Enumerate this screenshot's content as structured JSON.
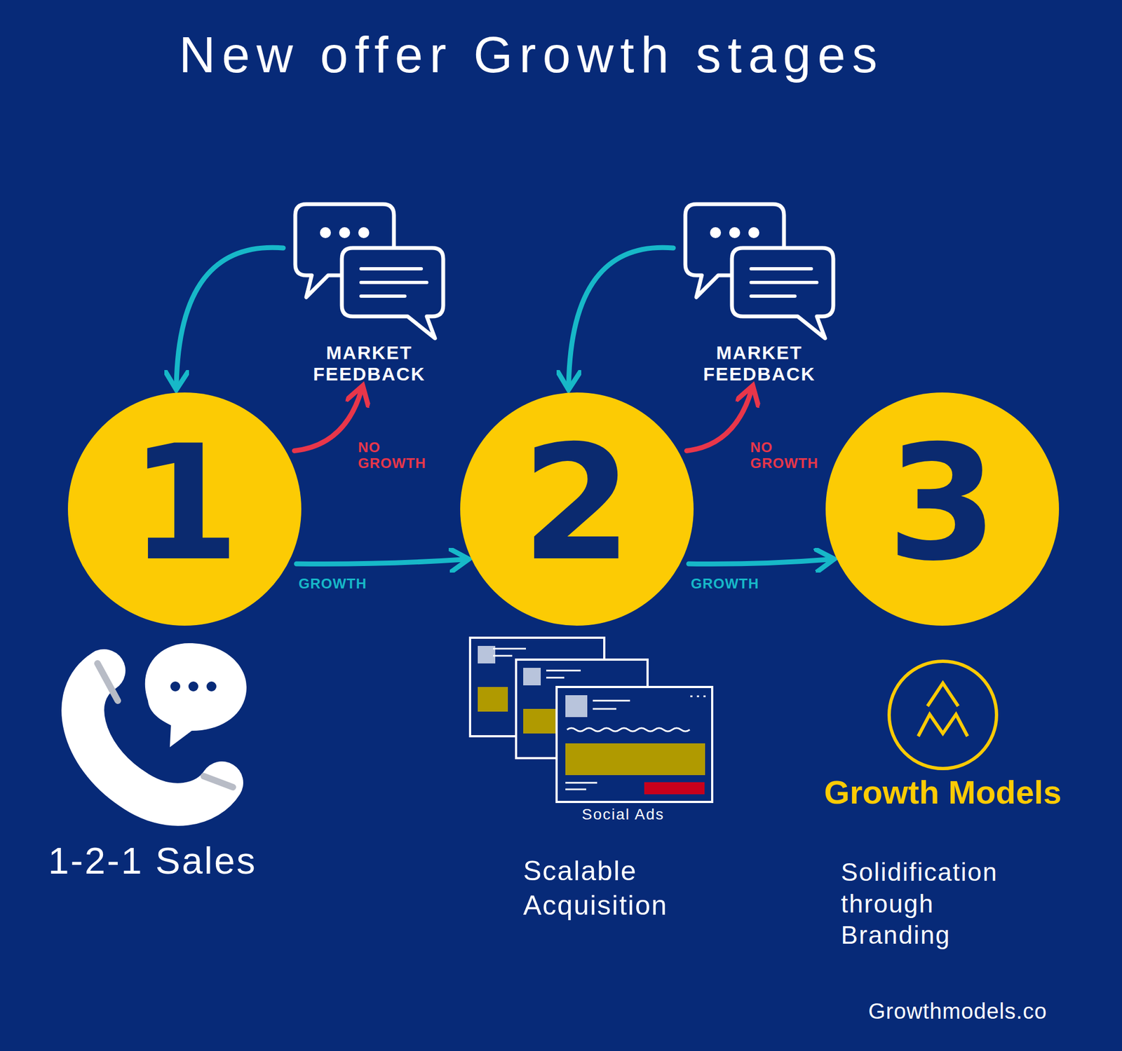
{
  "diagram": {
    "title": "New offer Growth stages",
    "nodes": [
      {
        "text": [
          "1"
        ]
      },
      {
        "text": [
          "MARKET FEEDBACK"
        ]
      },
      {
        "text": [
          "2"
        ]
      },
      {
        "text": [
          "MARKET FEEDBACK"
        ]
      },
      {
        "text": [
          "3"
        ]
      }
    ],
    "edges": [
      {
        "from": 0,
        "to": 1,
        "label": "NO GROWTH",
        "arrow": "to"
      },
      {
        "from": 1,
        "to": 0,
        "arrow": "to"
      },
      {
        "from": 0,
        "to": 2,
        "label": "GROWTH",
        "arrow": "to"
      },
      {
        "from": 2,
        "to": 3,
        "label": "NO GROWTH",
        "arrow": "to"
      },
      {
        "from": 3,
        "to": 2,
        "arrow": "to"
      },
      {
        "from": 2,
        "to": 4,
        "label": "GROWTH",
        "arrow": "to"
      }
    ],
    "labels": [
      "1-2-1 Sales",
      "Social Ads",
      "Scalable Acquisition",
      "Growth Models",
      "Solidification through Branding",
      "Growthmodels.co"
    ]
  }
}
